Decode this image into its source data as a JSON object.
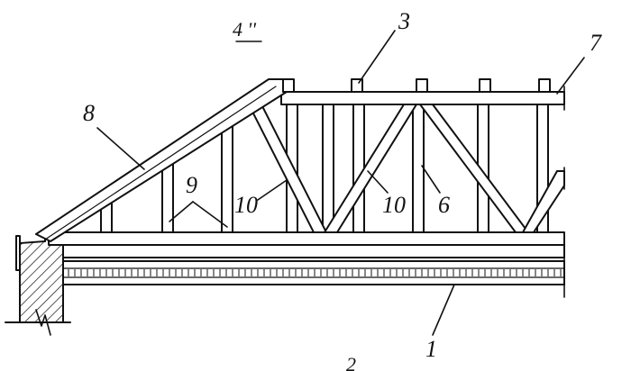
{
  "figure": {
    "header_mark": "4 ''",
    "footer_mark": "2",
    "labels": {
      "l1": "1",
      "l3": "3",
      "l6": "6",
      "l7": "7",
      "l8": "8",
      "l9": "9",
      "l10a": "10",
      "l10b": "10"
    }
  }
}
